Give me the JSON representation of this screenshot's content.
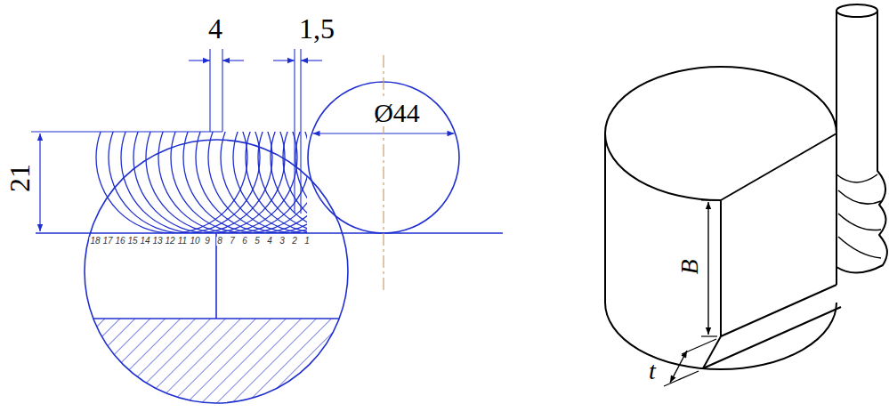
{
  "diagram": {
    "labels": [
      "4",
      "1,5",
      "Ø44",
      "21",
      "18",
      "17",
      "16",
      "15",
      "14",
      "13",
      "12",
      "11",
      "10",
      "9",
      "8",
      "7",
      "6",
      "5",
      "4",
      "3",
      "2",
      "1",
      "B",
      "t"
    ]
  }
}
